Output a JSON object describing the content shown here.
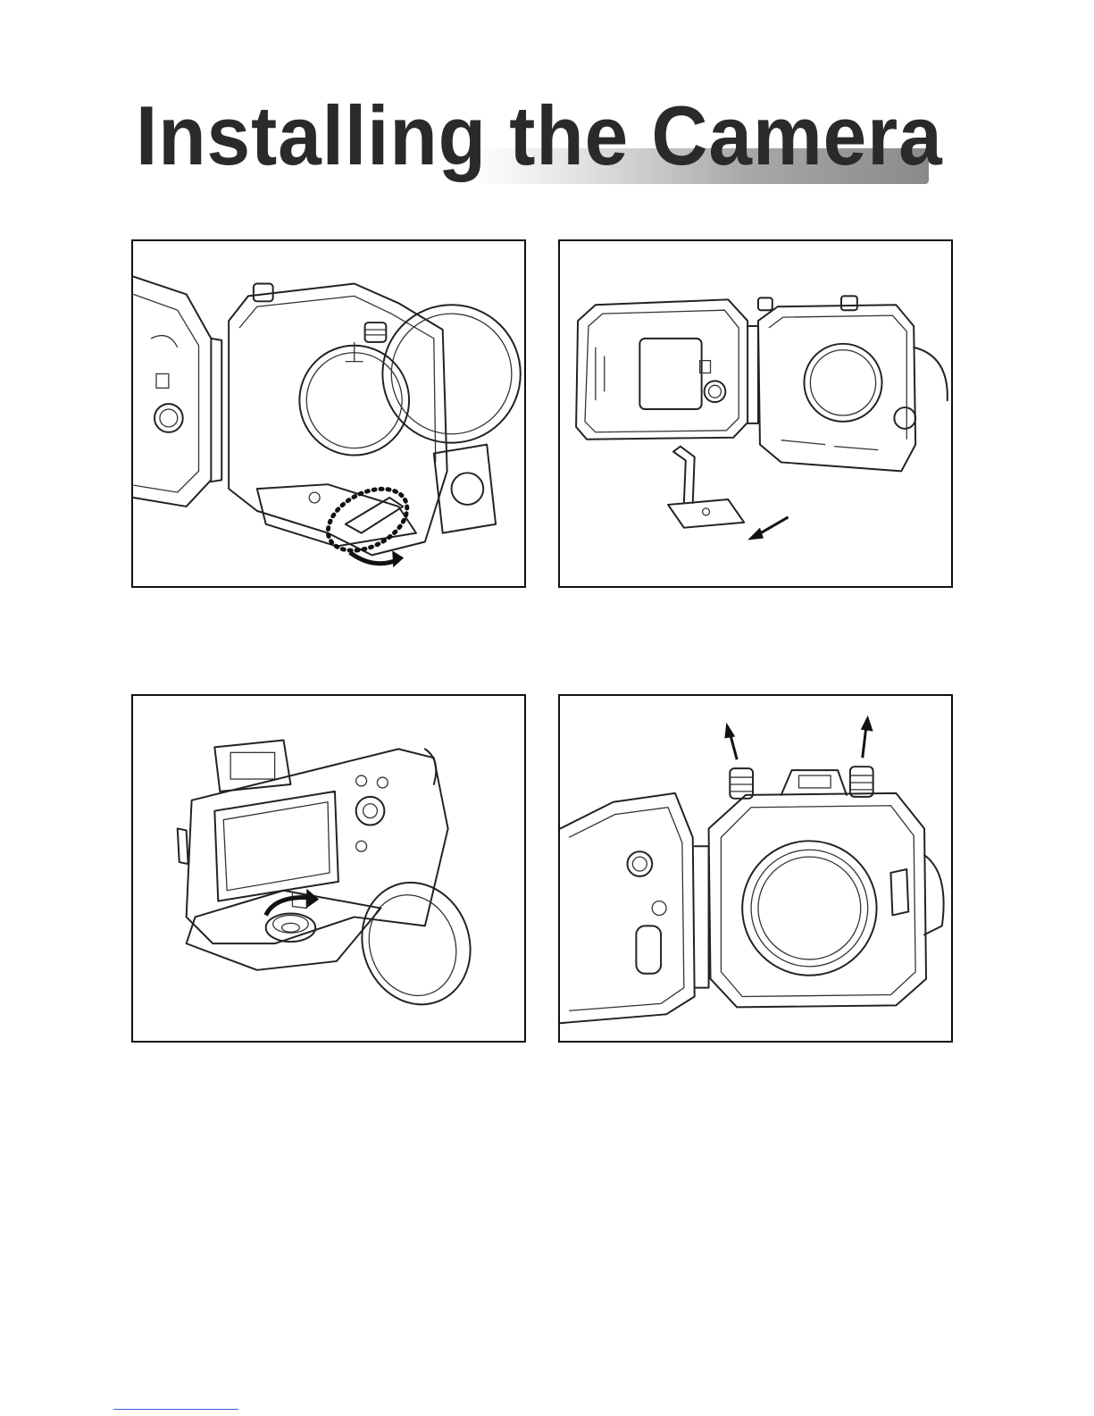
{
  "page": {
    "title": "Installing the Camera"
  },
  "figures": [
    {
      "id": "housing-open-bracket",
      "icon": "curved-arrow-icon"
    },
    {
      "id": "bracket-removal",
      "icon": "arrow-icon"
    },
    {
      "id": "camera-mount",
      "icon": "curved-arrow-icon"
    },
    {
      "id": "knobs-pull-up",
      "icon": "arrow-icon"
    }
  ]
}
